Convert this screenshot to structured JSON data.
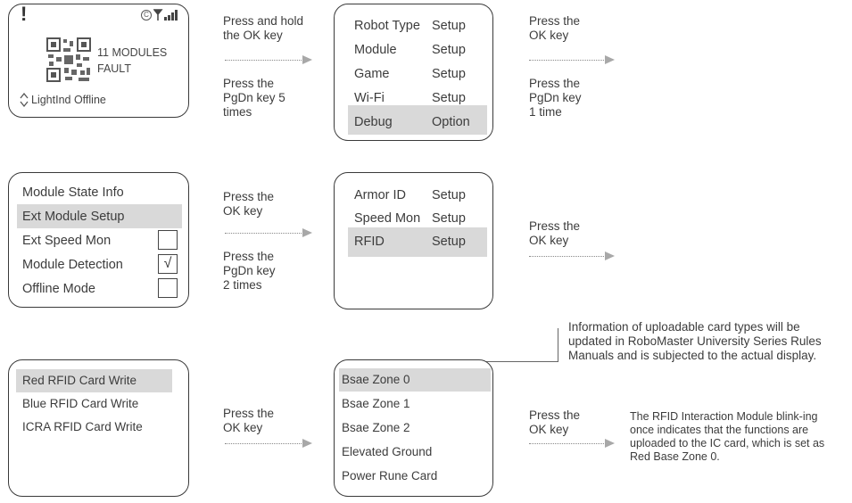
{
  "status_screen": {
    "alert_symbol": "!",
    "modules_line": "11 MODULES",
    "fault_line": "FAULT",
    "status_line": "LightInd Offline"
  },
  "instructions": {
    "i1_top": "Press and hold\nthe OK key",
    "i1_bottom": "Press the\nPgDn key 5\ntimes",
    "i2_top": "Press the\nOK key",
    "i2_bottom": "Press the\nPgDn key\n1 time",
    "i3_top": "Press the\nOK key",
    "i3_bottom": "Press the\nPgDn key\n2 times",
    "i4": "Press the\nOK key",
    "i5": "Press the\nOK key",
    "i6": "Press the\nOK key"
  },
  "main_menu": [
    {
      "name": "Robot Type",
      "value": "Setup"
    },
    {
      "name": "Module",
      "value": "Setup"
    },
    {
      "name": "Game",
      "value": "Setup"
    },
    {
      "name": "Wi-Fi",
      "value": "Setup"
    },
    {
      "name": "Debug",
      "value": "Option"
    }
  ],
  "debug_menu": [
    {
      "label": "Module State Info"
    },
    {
      "label": "Ext Module Setup"
    },
    {
      "label": "Ext Speed Mon",
      "check": ""
    },
    {
      "label": "Module Detection",
      "check": "√"
    },
    {
      "label": "Offline Mode",
      "check": ""
    }
  ],
  "ext_menu": [
    {
      "name": "Armor ID",
      "value": "Setup"
    },
    {
      "name": "Speed Mon",
      "value": "Setup"
    },
    {
      "name": "RFID",
      "value": "Setup"
    }
  ],
  "rfid_menu": [
    "Red RFID Card Write",
    "Blue RFID Card Write",
    "ICRA RFID Card Write"
  ],
  "zone_menu": [
    "Bsae Zone 0",
    "Bsae Zone 1",
    "Bsae Zone 2",
    "Elevated Ground",
    "Power Rune Card"
  ],
  "notes": {
    "card_types": "Information of uploadable card types will be updated in RoboMaster University Series Rules Manuals and is subjected to the actual display.",
    "result": "The RFID Interaction Module blink-ing once indicates that the functions are uploaded to the IC card, which is set as Red Base Zone 0."
  },
  "colors": {
    "highlight": "#d9d9d9",
    "frame": "#3a3a3a",
    "arrow": "#a8a8a8"
  }
}
